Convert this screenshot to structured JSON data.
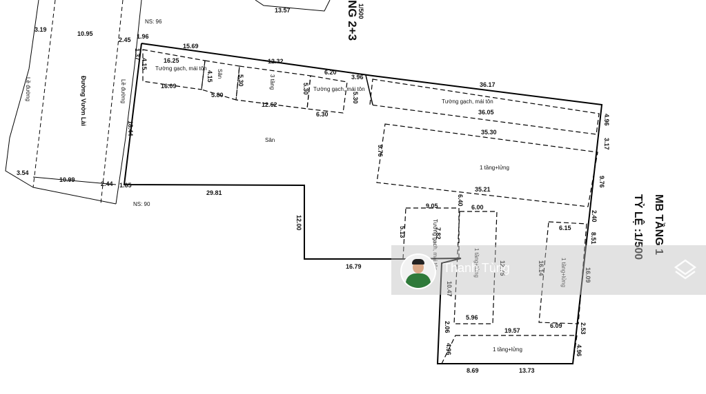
{
  "title": {
    "line1": "MB TẦNG 1",
    "line2": "TỶ LỆ :1/500"
  },
  "top_title": {
    "line1": "NG 2+3",
    "line2": "1/500"
  },
  "street": {
    "name": "Đường Vườn Lài",
    "sidewalk": "Lề đường"
  },
  "ns": {
    "top": "NS: 96",
    "bottom": "NS: 90"
  },
  "rooms": {
    "wall1": "Tường gạch, mái tôn",
    "yard": "Sân",
    "three_floor": "3 tầng",
    "wall2": "Tường gạch, mái tôn",
    "wall3": "Tường gạch, mái tôn",
    "main_yard": "Sân",
    "one_mezz": "1 tầng+lửng",
    "wall4": "Tường gạch, mái tôn",
    "one_mezz_b": "1 tầng+lửng",
    "one_mezz_c": "1 tầng+lửng",
    "one_mezz_d": "1 tầng+lửng"
  },
  "dims": {
    "d1": "13.57",
    "d2": "3.19",
    "d3": "10.95",
    "d4": "2.45",
    "d5": "1.96",
    "d6": "15.69",
    "d7": "16.25",
    "d8": "12.32",
    "d9": "6.20",
    "d10": "3.96",
    "d11": "36.17",
    "d12": "16.09",
    "d13": "5.80",
    "d14": "12.62",
    "d15": "6.30",
    "d16": "36.05",
    "d17": "4.15",
    "d18": "5.30",
    "d19": "5.30",
    "d20": "5.30",
    "d21": "4.96",
    "d22": "35.30",
    "d23": "3.17",
    "d24": "9.76",
    "d25": "9.76",
    "d26": "35.21",
    "d27": "18.44",
    "d28": "3.54",
    "d29": "10.99",
    "d30": "2.44",
    "d31": "29.81",
    "d32": "12.00",
    "d33": "16.79",
    "d34": "9.05",
    "d35": "6.40",
    "d36": "6.00",
    "d37": "2.40",
    "d38": "6.15",
    "d39": "5.13",
    "d40": "7.82",
    "d41": "8.51",
    "d42": "16.14",
    "d43": "16.09",
    "d44": "12.75",
    "d45": "10.47",
    "d46": "5.96",
    "d47": "19.57",
    "d48": "6.09",
    "d49": "2.06",
    "d50": "2.53",
    "d51": "4.96",
    "d52": "4.96",
    "d53": "8.69",
    "d54": "13.73",
    "d55": "1.37",
    "d56": "4.15",
    "d57": "1.65"
  },
  "watermark": {
    "name": "Thanh Tùng"
  }
}
